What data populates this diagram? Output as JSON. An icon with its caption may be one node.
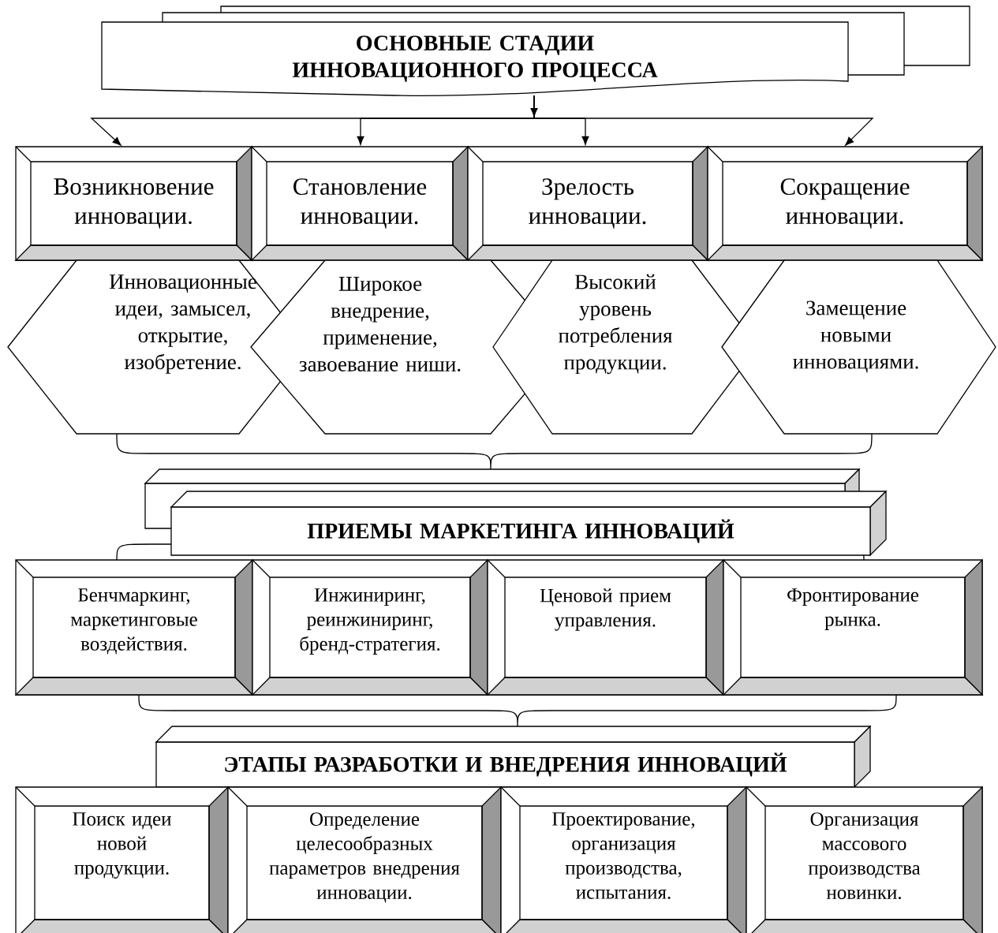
{
  "diagram": {
    "nodes": [
      {
        "text": [
          "ОСНОВНЫЕ СТАДИИ ИННОВАЦИОННОГО ПРОЦЕССА"
        ]
      },
      {
        "text": [
          "Возникновение инновации."
        ]
      },
      {
        "text": [
          "Становление инновации."
        ]
      },
      {
        "text": [
          "Зрелость инновации."
        ]
      },
      {
        "text": [
          "Сокращение инновации."
        ]
      },
      {
        "text": [
          "Инновационные идеи, замысел, открытие, изобретение."
        ]
      },
      {
        "text": [
          "Широкое внедрение, применение, завоевание ниши."
        ]
      },
      {
        "text": [
          "Высокий уровень потребления продукции."
        ]
      },
      {
        "text": [
          "Замещение новыми инновациями."
        ]
      },
      {
        "text": [
          "ПРИЕМЫ МАРКЕТИНГА ИННОВАЦИЙ"
        ]
      },
      {
        "text": [
          "Бенчмаркинг, маркетинговые воздействия."
        ]
      },
      {
        "text": [
          "Инжиниринг, реинжиниринг, бренд-стратегия."
        ]
      },
      {
        "text": [
          "Ценовой прием управления."
        ]
      },
      {
        "text": [
          "Фронтирование рынка."
        ]
      },
      {
        "text": [
          "ЭТАПЫ РАЗРАБОТКИ И ВНЕДРЕНИЯ ИННОВАЦИЙ"
        ]
      },
      {
        "text": [
          "Поиск идеи новой продукции."
        ]
      },
      {
        "text": [
          "Определение целесообразных параметров внедрения инновации."
        ]
      },
      {
        "text": [
          "Проектирование, организация производства, испытания."
        ]
      },
      {
        "text": [
          "Организация массового производства новинки."
        ]
      }
    ],
    "edges": [
      {
        "from": 0,
        "to": 1,
        "arrow": "to"
      },
      {
        "from": 0,
        "to": 2,
        "arrow": "to"
      },
      {
        "from": 0,
        "to": 3,
        "arrow": "to"
      },
      {
        "from": 0,
        "to": 4,
        "arrow": "to"
      }
    ]
  }
}
